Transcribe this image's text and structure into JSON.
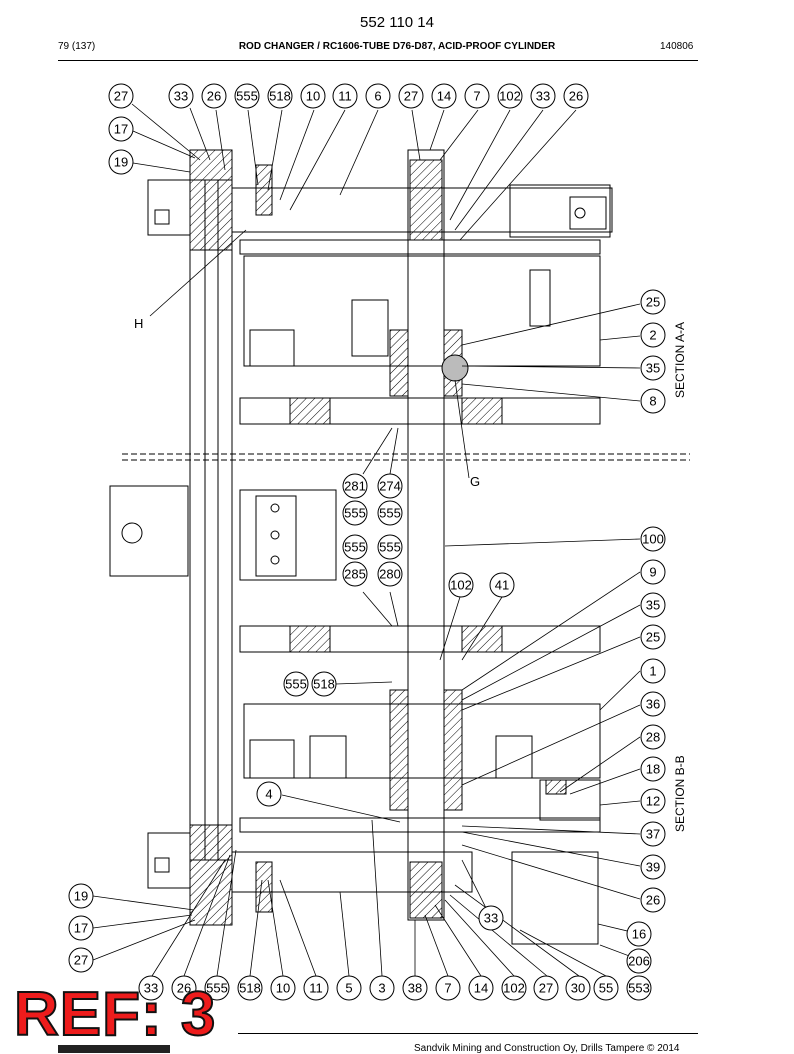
{
  "header": {
    "doc_number": "552 110 14",
    "page": "79 (137)",
    "title": "ROD CHANGER / RC1606-TUBE D76-D87, ACID-PROOF CYLINDER",
    "date_code": "140806"
  },
  "drawing": {
    "section_labels": [
      "SECTION A-A",
      "SECTION B-B"
    ],
    "letter_labels": [
      "H",
      "G"
    ],
    "callouts": [
      "27",
      "33",
      "26",
      "555",
      "518",
      "10",
      "11",
      "6",
      "27",
      "14",
      "7",
      "102",
      "33",
      "26",
      "17",
      "19",
      "25",
      "2",
      "35",
      "8",
      "281",
      "274",
      "555",
      "555",
      "555",
      "555",
      "285",
      "280",
      "100",
      "102",
      "41",
      "9",
      "35",
      "25",
      "1",
      "555",
      "518",
      "36",
      "28",
      "18",
      "4",
      "12",
      "37",
      "39",
      "26",
      "19",
      "33",
      "17",
      "16",
      "27",
      "206",
      "33",
      "26",
      "555",
      "518",
      "10",
      "11",
      "5",
      "3",
      "38",
      "7",
      "14",
      "102",
      "27",
      "30",
      "55",
      "553"
    ]
  },
  "badge": {
    "text": "REF: 3",
    "color": "#ee1c1c"
  },
  "footer": {
    "copyright": "Sandvik Mining and Construction Oy, Drills Tampere © 2014"
  }
}
